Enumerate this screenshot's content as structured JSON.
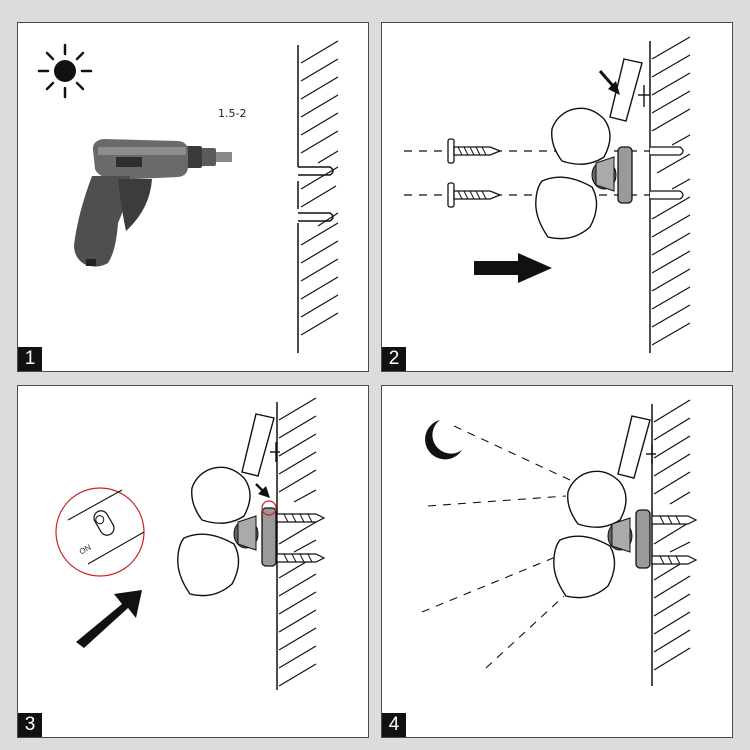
{
  "steps": [
    {
      "number": "1",
      "icon": "sun-icon",
      "depth_label": "1.5-2"
    },
    {
      "number": "2",
      "icon": "arrow-right-icon"
    },
    {
      "number": "3",
      "icon": "arrow-up-right-icon",
      "switch_label": "ON"
    },
    {
      "number": "4",
      "icon": "moon-icon"
    }
  ],
  "colors": {
    "border": "#4a4a4a",
    "ink": "#111111",
    "switch_ring": "#cc2222",
    "background": "#dcdcdc"
  }
}
